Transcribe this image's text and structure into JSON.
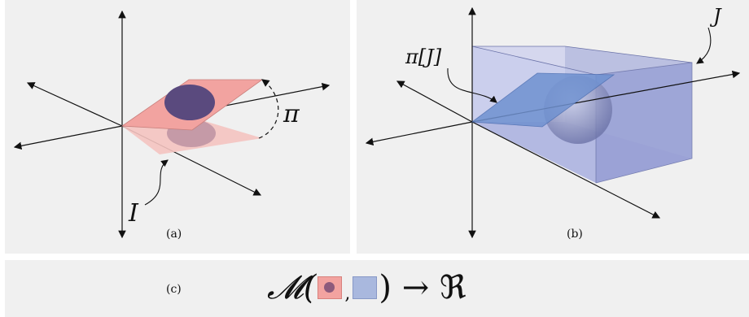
{
  "panel_a": {
    "caption": "(a)",
    "label_pi": "π",
    "label_I": "I"
  },
  "panel_b": {
    "caption": "(b)",
    "label_J": "J",
    "label_piJ": "π[J]"
  },
  "panel_c": {
    "caption": "(c)",
    "formula_prefix": "𝓜(",
    "comma": ",",
    "formula_suffix": ") → ℜ"
  },
  "colors": {
    "background": "#f0f0f0",
    "red_plane": "#f2a3a0",
    "dark_disc": "#5a4a7e",
    "blue_box": "#9ea7d6",
    "blue_plane": "#6f91d0"
  }
}
